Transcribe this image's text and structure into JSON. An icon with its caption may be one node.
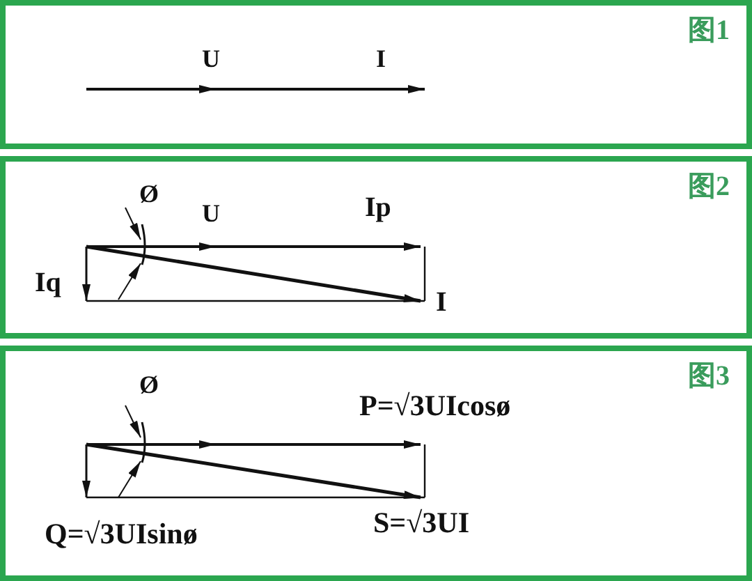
{
  "diagram": {
    "nodes": [
      {
        "text": [
          "图1"
        ]
      },
      {
        "text": [
          "图2"
        ]
      },
      {
        "text": [
          "图3"
        ]
      }
    ],
    "labels": [
      "U",
      "I",
      "Ø",
      "U",
      "Ip",
      "Iq",
      "I",
      "Ø",
      "P=√3UIcosø",
      "Q=√3UIsinø",
      "S=√3UI"
    ]
  }
}
